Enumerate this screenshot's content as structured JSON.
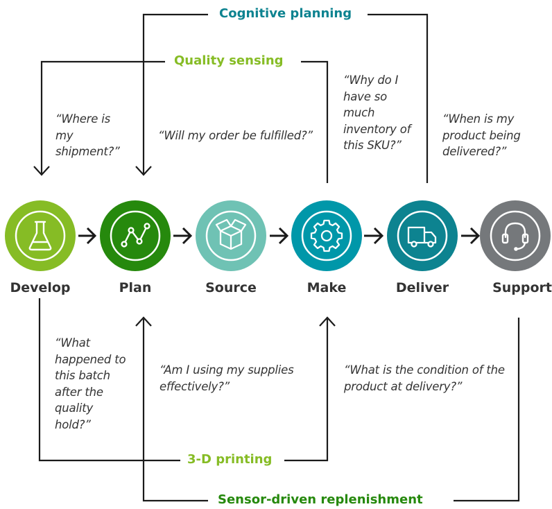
{
  "stages": [
    {
      "name": "Develop",
      "color": "#86bc25",
      "icon": "flask-icon"
    },
    {
      "name": "Plan",
      "color": "#26890d",
      "icon": "line-graph-icon"
    },
    {
      "name": "Source",
      "color": "#6fc2b4",
      "icon": "open-box-icon"
    },
    {
      "name": "Make",
      "color": "#0097a9",
      "icon": "gear-icon"
    },
    {
      "name": "Deliver",
      "color": "#0d8390",
      "icon": "truck-icon"
    },
    {
      "name": "Support",
      "color": "#75787b",
      "icon": "headset-icon"
    }
  ],
  "top_loops": {
    "cognitive_planning": {
      "label": "Cognitive planning",
      "color": "#0d8390"
    },
    "quality_sensing": {
      "label": "Quality sensing",
      "color": "#86bc25"
    }
  },
  "bottom_loops": {
    "printing": {
      "label": "3-D printing",
      "color": "#86bc25"
    },
    "replenishment": {
      "label": "Sensor-driven replenishment",
      "color": "#26890d"
    }
  },
  "questions": {
    "where_shipment": "“Where is my shipment?”",
    "order_fulfilled": "“Will my order be fulfilled?”",
    "why_inventory": "“Why do I have so much inventory of this SKU?”",
    "when_delivered": "“When is my product being delivered?”",
    "what_happened_batch": "“What happened to this batch after the quality hold?”",
    "supplies_effectively": "“Am I using my supplies effectively?”",
    "condition_delivery": "“What is the condition of the product at delivery?”"
  }
}
